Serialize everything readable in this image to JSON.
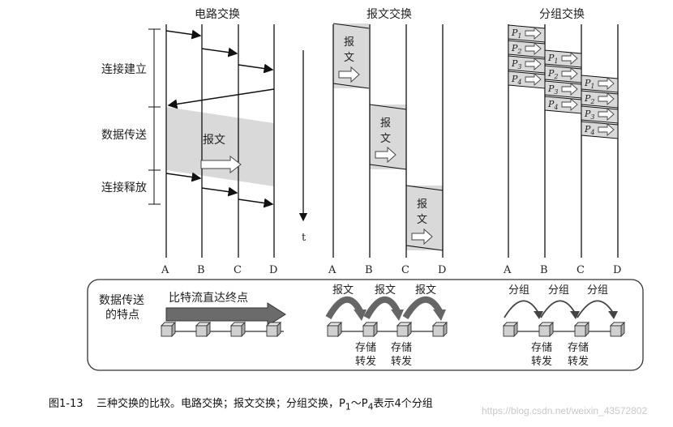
{
  "panels": {
    "circuit": {
      "title": "电路交换"
    },
    "message": {
      "title": "报文交换"
    },
    "packet": {
      "title": "分组交换"
    }
  },
  "nodes": [
    "A",
    "B",
    "C",
    "D"
  ],
  "phases": {
    "setup": "连接建立",
    "transfer": "数据传送",
    "release": "连接释放"
  },
  "message_label": "报文",
  "time_label": "t",
  "packet_labels": [
    "P1",
    "P2",
    "P3",
    "P4"
  ],
  "features": {
    "title_line1": "数据传送",
    "title_line2": "的特点",
    "circuit_desc": "比特流直达终点",
    "message_hop_labels": [
      "报文",
      "报文",
      "报文"
    ],
    "packet_hop_labels": [
      "分组",
      "分组",
      "分组"
    ],
    "store_forward_line1": "存储",
    "store_forward_line2": "转发"
  },
  "caption": {
    "fig_no": "图1-13",
    "text_part1": "三种交换的比较。电路交换；报文交换；分组交换，P",
    "sub1": "1",
    "tilde": "～P",
    "sub4": "4",
    "text_part2": "表示4个分组"
  },
  "watermark": "https://blog.csdn.net/weixin_43572802"
}
